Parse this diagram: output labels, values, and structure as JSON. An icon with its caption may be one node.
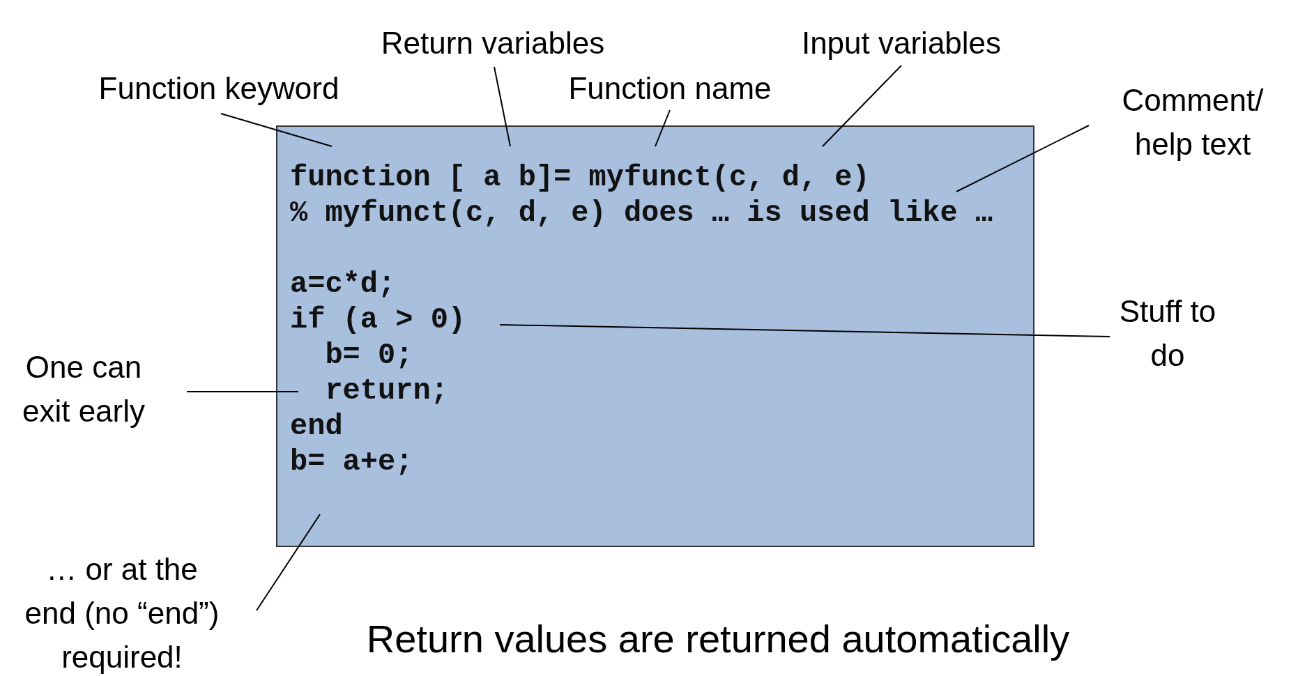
{
  "diagram": {
    "caption": "Return values are returned automatically",
    "nodes": [
      {
        "text": [
          "function [ a b]= myfunct(c, d, e)",
          "% myfunct(c, d, e) does … is used like …",
          "a=c*d;",
          "if (a > 0)",
          "  b= 0;",
          "  return;",
          "end",
          "b= a+e;"
        ]
      },
      {
        "text": [
          "Function keyword"
        ]
      },
      {
        "text": [
          "Return variables"
        ]
      },
      {
        "text": [
          "Function name"
        ]
      },
      {
        "text": [
          "Input variables"
        ]
      },
      {
        "text": [
          "Comment/ help text"
        ]
      },
      {
        "text": [
          "Stuff to do"
        ]
      },
      {
        "text": [
          "One can exit early"
        ]
      },
      {
        "text": [
          "… or at the end (no “end”) required!"
        ]
      }
    ],
    "edges": [
      {
        "from": 1,
        "to": 0,
        "arrow": "none"
      },
      {
        "from": 2,
        "to": 0,
        "arrow": "none"
      },
      {
        "from": 3,
        "to": 0,
        "arrow": "none"
      },
      {
        "from": 4,
        "to": 0,
        "arrow": "none"
      },
      {
        "from": 5,
        "to": 0,
        "arrow": "none"
      },
      {
        "from": 6,
        "to": 0,
        "arrow": "none"
      },
      {
        "from": 7,
        "to": 0,
        "arrow": "none"
      },
      {
        "from": 8,
        "to": 0,
        "arrow": "none"
      }
    ]
  }
}
